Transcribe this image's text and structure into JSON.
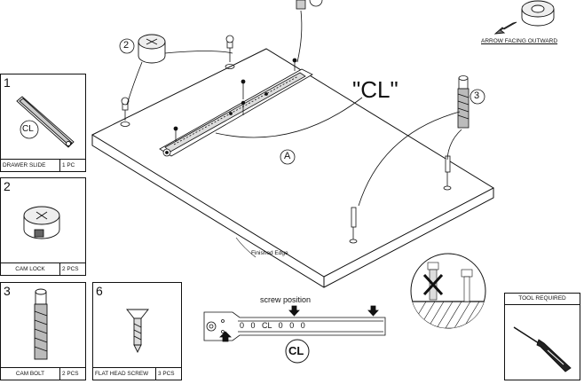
{
  "parts": [
    {
      "number": "1",
      "name": "DRAWER SLIDE",
      "qty": "1 PC",
      "badge": "CL"
    },
    {
      "number": "2",
      "name": "CAM LOCK",
      "qty": "2 PCS"
    },
    {
      "number": "3",
      "name": "CAM BOLT",
      "qty": "2 PCS"
    },
    {
      "number": "6",
      "name": "FLAT HEAD SCREW",
      "qty": "3 PCS"
    }
  ],
  "tool": {
    "title": "TOOL REQUIRED"
  },
  "callouts": {
    "cam_lock": "2",
    "cam_bolt": "3",
    "panel": "A",
    "cl_label": "\"CL\""
  },
  "arrow_note": "ARROW FACING OUTWARD",
  "finished_edge": "Finished Edge",
  "screw_position": "screw position",
  "slide_detail_text": "0   0   CL   0   0   0",
  "cl_badge": "CL"
}
